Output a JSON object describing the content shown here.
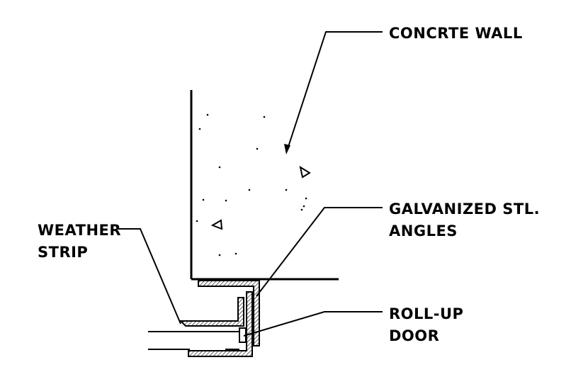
{
  "labels": {
    "concrete_wall": "CONCRTE WALL",
    "galvanized_line1": "GALVANIZED STL.",
    "galvanized_line2": "ANGLES",
    "weather_line1": "WEATHER",
    "weather_line2": "STRIP",
    "rollup_line1": "ROLL-UP",
    "rollup_line2": "DOOR"
  },
  "colors": {
    "line": "#000000",
    "background": "#ffffff"
  }
}
